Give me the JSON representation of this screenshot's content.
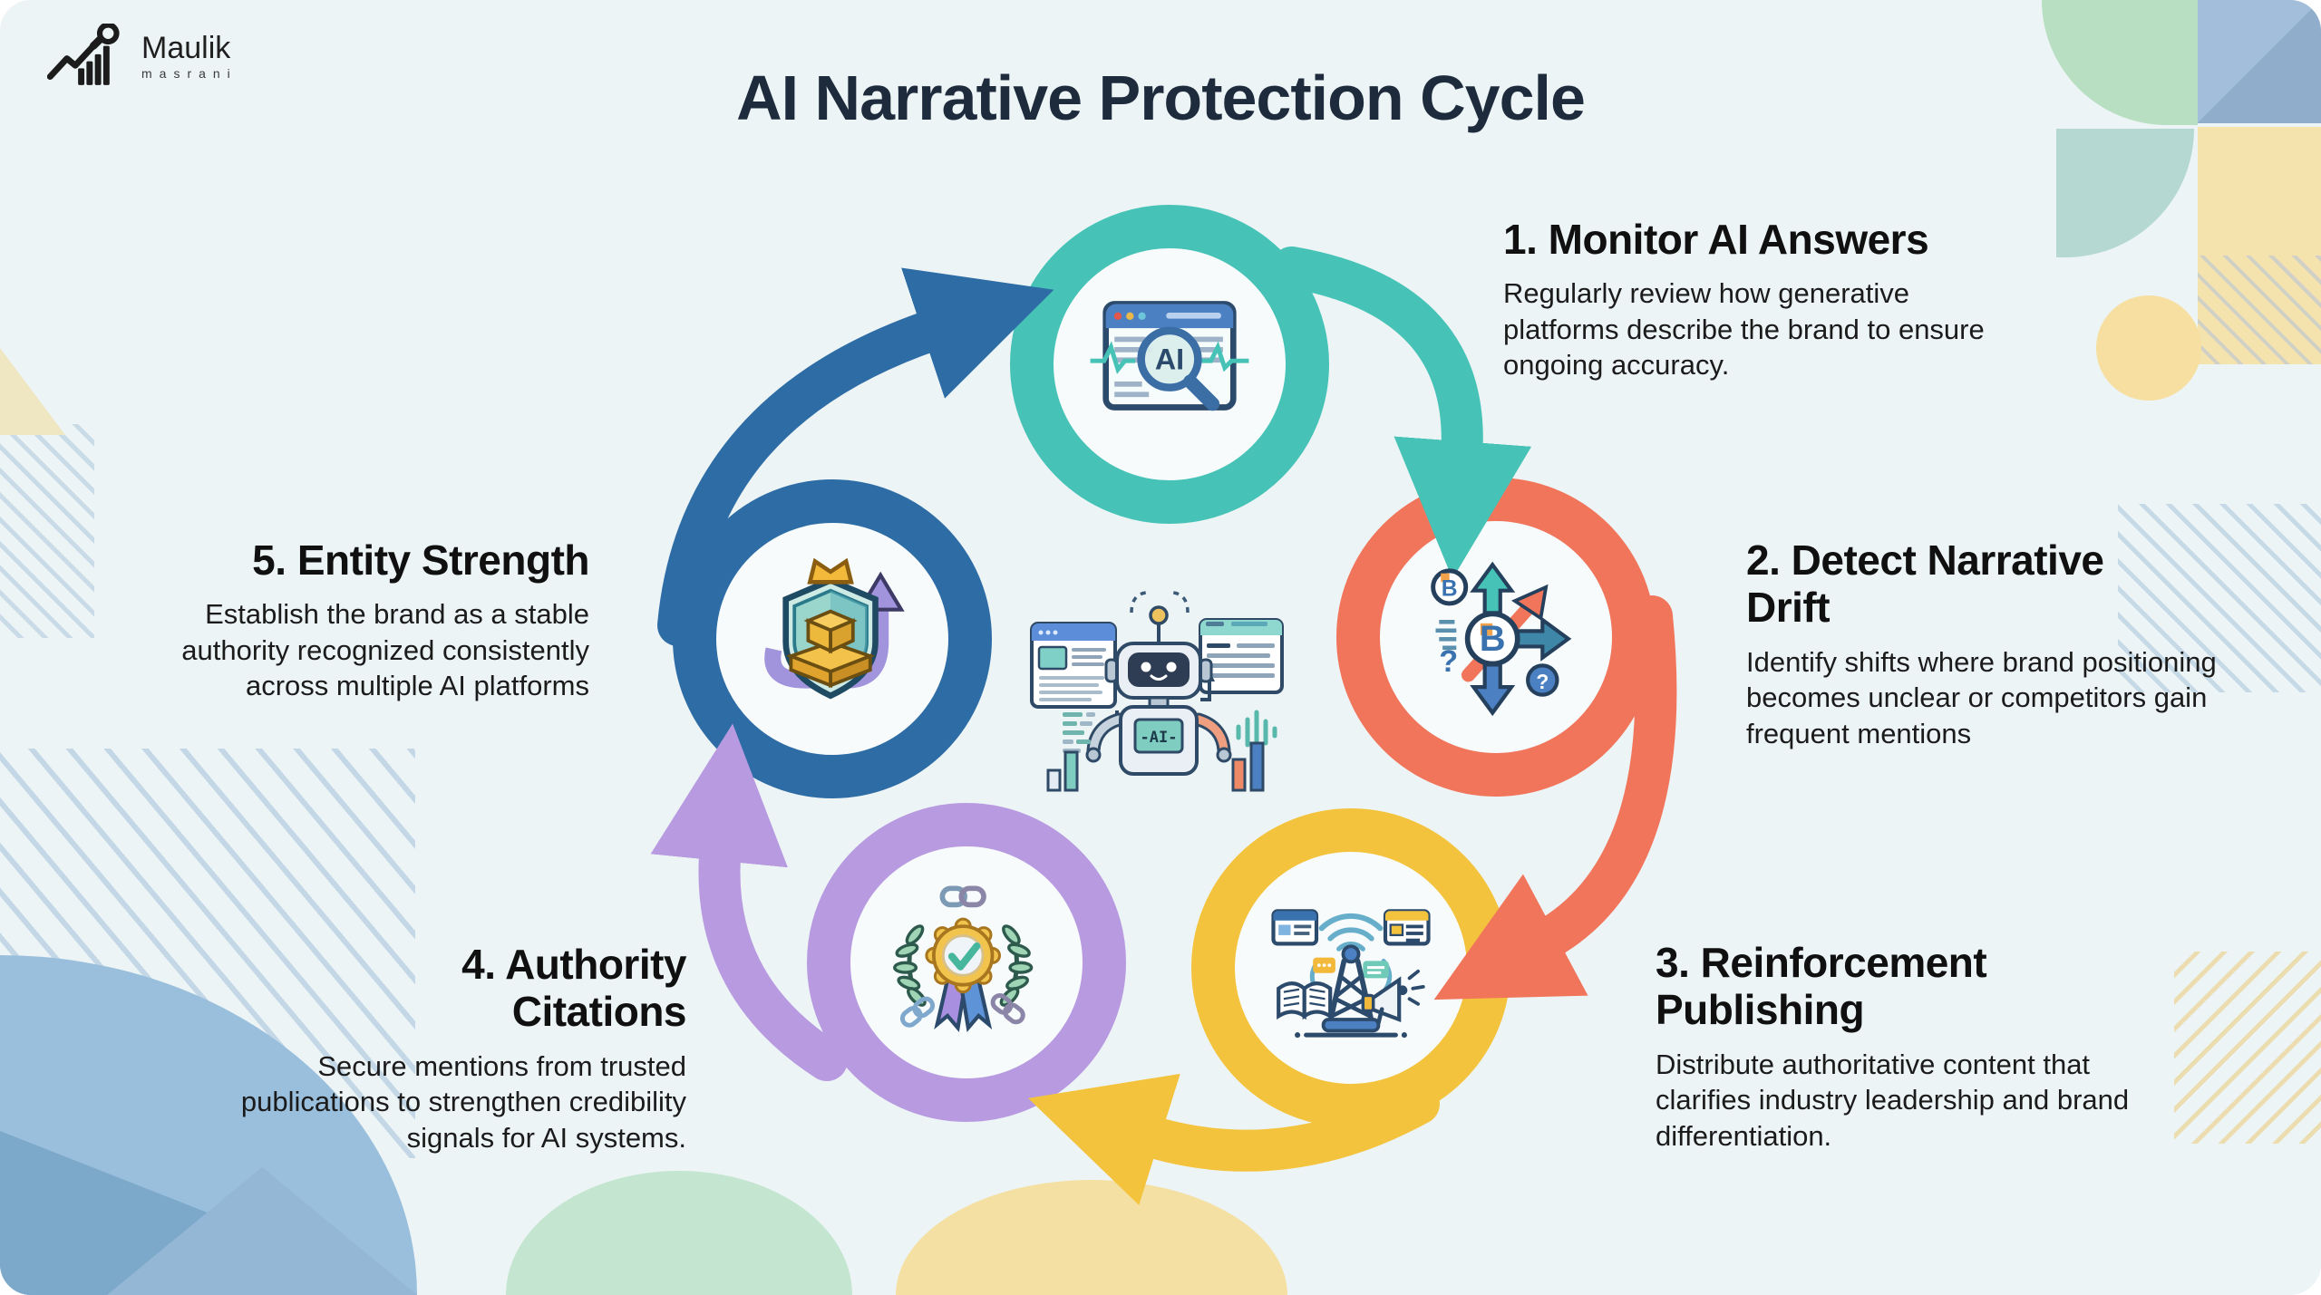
{
  "page": {
    "title": "AI Narrative Protection Cycle",
    "background": "#edf4f6"
  },
  "logo": {
    "name": "Maulik",
    "subname": "masrani"
  },
  "steps": [
    {
      "number": "1.",
      "title": "Monitor AI Answers",
      "description": "Regularly review how generative platforms describe the brand to ensure ongoing accuracy.",
      "color": "#46c3b6"
    },
    {
      "number": "2.",
      "title": "Detect Narrative Drift",
      "description": "Identify shifts where brand positioning becomes unclear or competitors gain frequent mentions",
      "color": "#f0755b"
    },
    {
      "number": "3.",
      "title": "Reinforcement Publishing",
      "description": "Distribute authoritative content that clarifies industry leadership and brand differentiation.",
      "color": "#f4c33d"
    },
    {
      "number": "4.",
      "title": "Authority Citations",
      "description": "Secure mentions from trusted publications to strengthen credibility signals for AI systems.",
      "color": "#b79ae0"
    },
    {
      "number": "5.",
      "title": "Entity Strength",
      "description": "Establish the brand as a stable authority recognized consistently across multiple AI platforms",
      "color": "#2d6ca5"
    }
  ],
  "center_icons": {
    "robot_chest_label": "-AI-",
    "monitor_glass_label": "AI",
    "brand_letter": "B",
    "question_mark": "?"
  }
}
